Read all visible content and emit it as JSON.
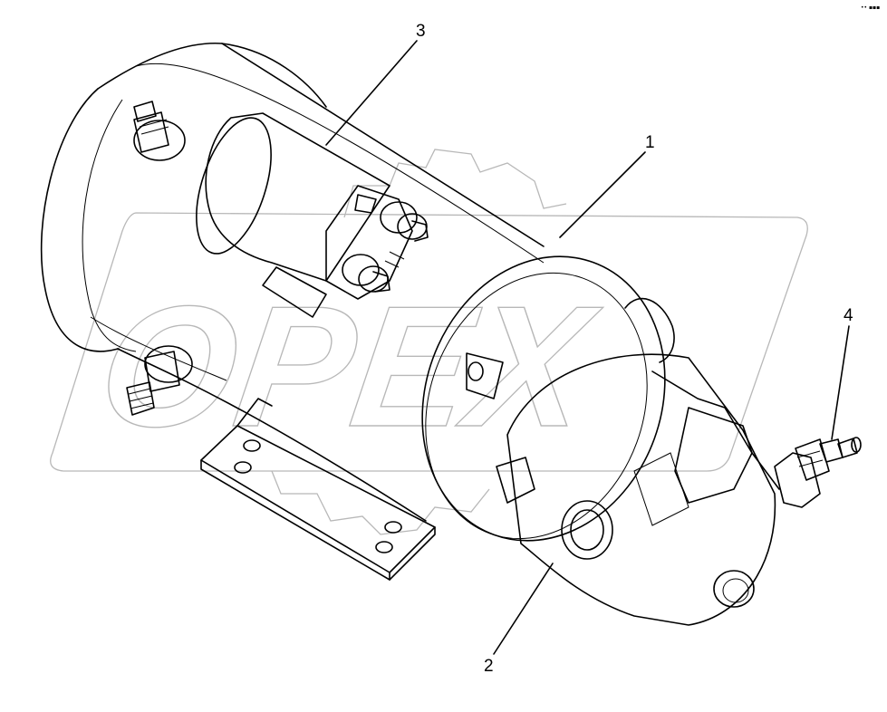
{
  "watermark": {
    "text": "OPEX"
  },
  "corner_mark": "•• ▪▪▪",
  "callouts": [
    {
      "id": "1",
      "label": "1"
    },
    {
      "id": "2",
      "label": "2"
    },
    {
      "id": "3",
      "label": "3"
    },
    {
      "id": "4",
      "label": "4"
    }
  ]
}
